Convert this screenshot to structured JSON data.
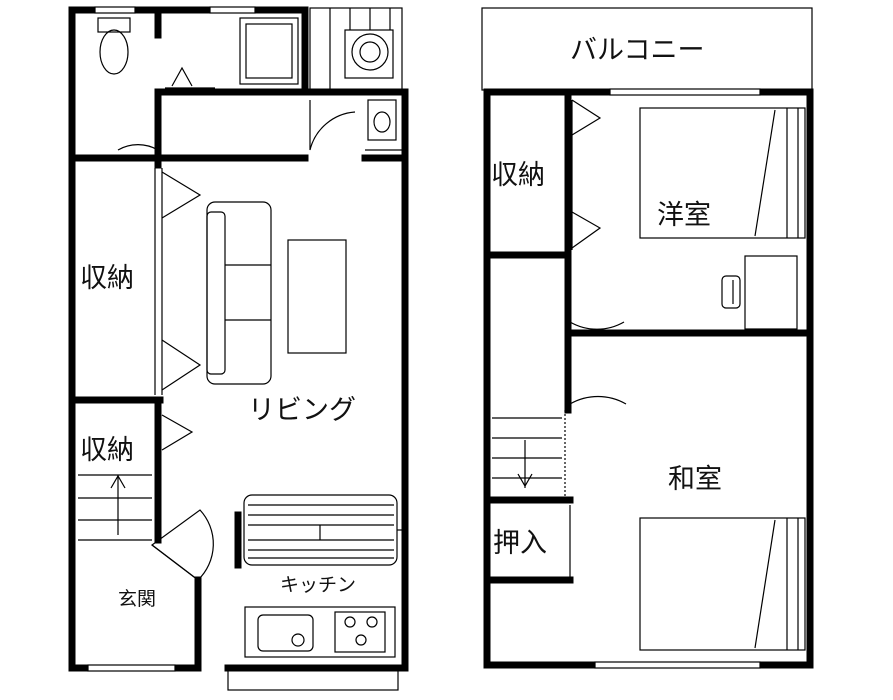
{
  "floor1": {
    "rooms": {
      "storage_large": "収納",
      "living": "リビング",
      "storage_small": "収納",
      "entrance": "玄関",
      "kitchen": "キッチン"
    }
  },
  "floor2": {
    "rooms": {
      "balcony": "バルコニー",
      "storage": "収納",
      "western_room": "洋室",
      "japanese_room": "和室",
      "closet": "押入"
    }
  }
}
